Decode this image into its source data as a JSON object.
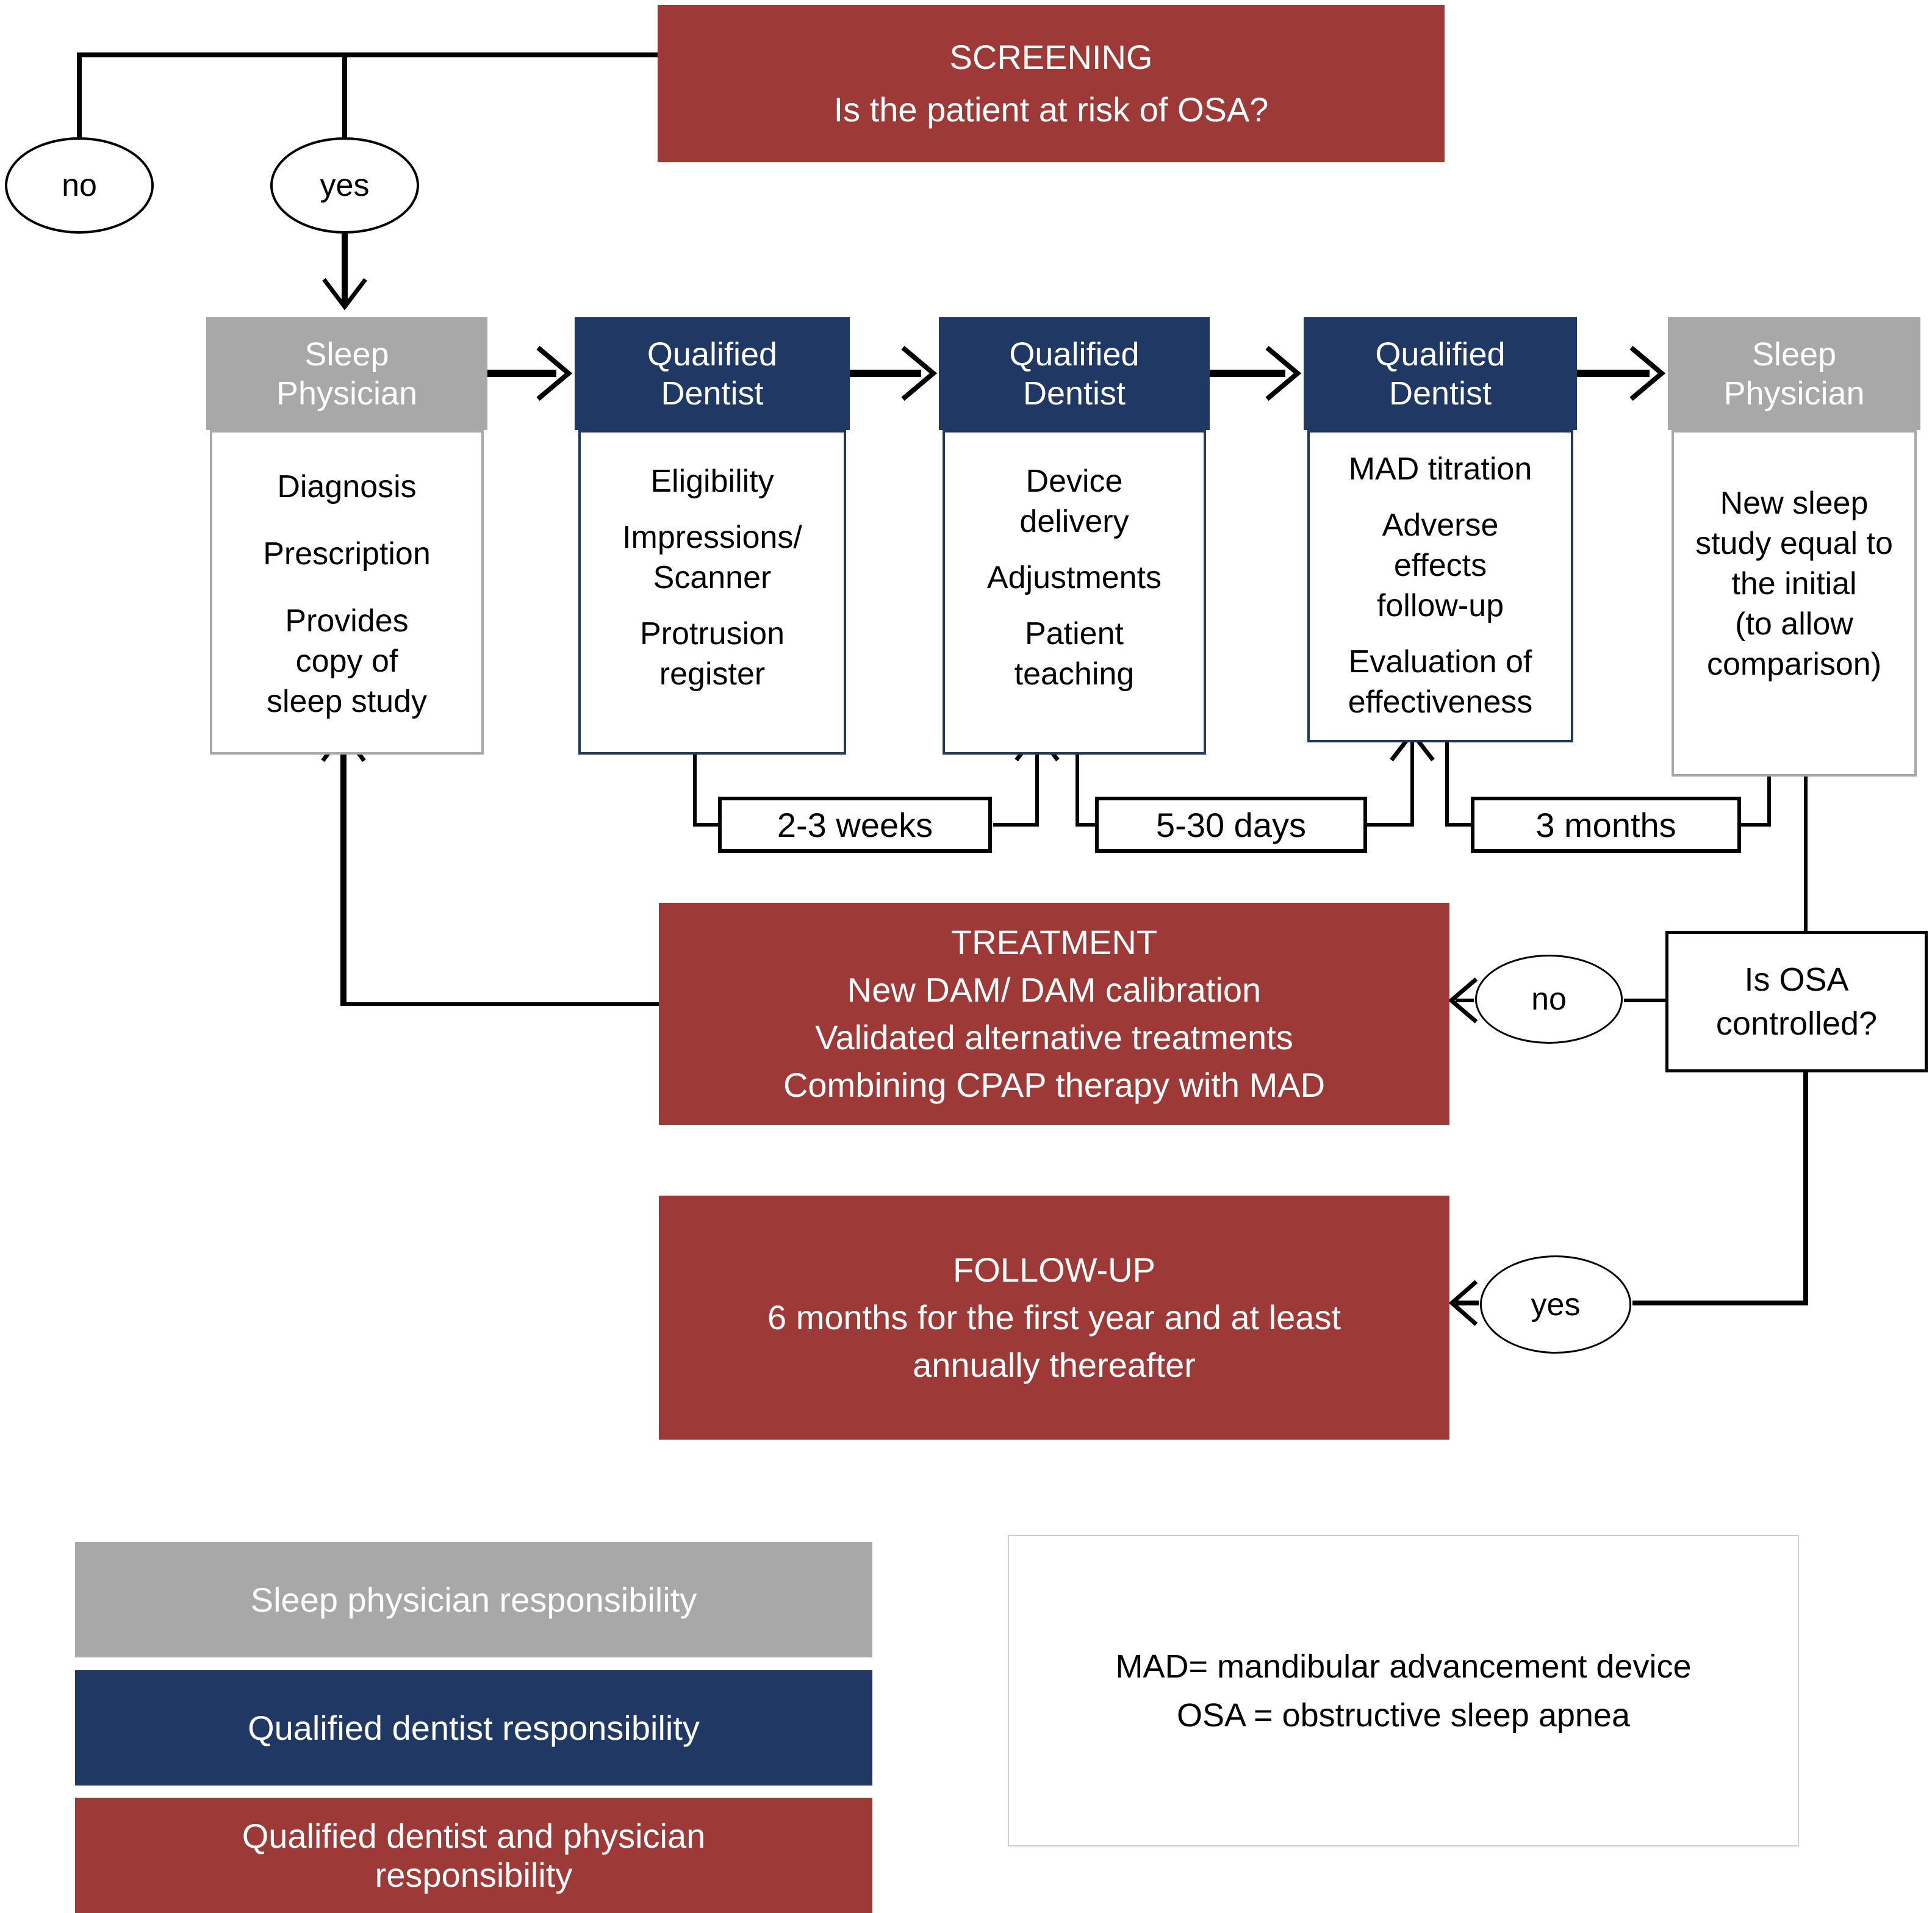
{
  "colors": {
    "dark_red": "#9d3a38",
    "navy": "#1f3864",
    "gray": "#a8a8a8",
    "line_black": "#000000",
    "abbrev_border": "#cfcfcf"
  },
  "screening": {
    "title": "SCREENING",
    "question": "Is the patient at risk of OSA?"
  },
  "top_decision": {
    "no": "no",
    "yes": "yes"
  },
  "columns": [
    {
      "role": "sleep-physician",
      "header_lines": [
        "Sleep",
        "Physician"
      ],
      "paragraphs": [
        [
          "Diagnosis"
        ],
        [
          "Prescription"
        ],
        [
          "Provides",
          "copy of",
          "sleep study"
        ]
      ]
    },
    {
      "role": "qualified-dentist",
      "header_lines": [
        "Qualified",
        "Dentist"
      ],
      "paragraphs": [
        [
          "Eligibility"
        ],
        [
          "Impressions/",
          "Scanner"
        ],
        [
          "Protrusion",
          "register"
        ]
      ]
    },
    {
      "role": "qualified-dentist",
      "header_lines": [
        "Qualified",
        "Dentist"
      ],
      "paragraphs": [
        [
          "Device",
          "delivery"
        ],
        [
          "Adjustments"
        ],
        [
          "Patient",
          "teaching"
        ]
      ]
    },
    {
      "role": "qualified-dentist",
      "header_lines": [
        "Qualified",
        "Dentist"
      ],
      "paragraphs": [
        [
          "MAD titration"
        ],
        [
          "Adverse",
          "effects",
          "follow-up"
        ],
        [
          "Evaluation of",
          "effectiveness"
        ]
      ]
    },
    {
      "role": "sleep-physician",
      "header_lines": [
        "Sleep",
        "Physician"
      ],
      "paragraphs": [
        [
          "New sleep",
          "study equal to",
          "the initial",
          "(to allow",
          "comparison)"
        ]
      ]
    }
  ],
  "intervals": [
    "2-3 weeks",
    "5-30 days",
    "3 months"
  ],
  "osa_decision": {
    "lines": [
      "Is OSA",
      "controlled?"
    ],
    "no": "no",
    "yes": "yes"
  },
  "treatment": {
    "title": "TREATMENT",
    "lines": [
      "New DAM/ DAM calibration",
      "Validated alternative treatments",
      "Combining CPAP therapy with MAD"
    ]
  },
  "follow_up": {
    "title": "FOLLOW-UP",
    "lines": [
      "6 months for the first year and at least",
      "annually thereafter"
    ]
  },
  "legend": [
    {
      "key": "gray",
      "lines": [
        "Sleep physician responsibility"
      ]
    },
    {
      "key": "navy",
      "lines": [
        "Qualified dentist responsibility"
      ]
    },
    {
      "key": "dark_red",
      "lines": [
        "Qualified dentist and physician",
        "responsibility"
      ]
    }
  ],
  "abbreviations": {
    "lines": [
      "MAD= mandibular  advancement device",
      "OSA = obstructive sleep apnea"
    ]
  }
}
